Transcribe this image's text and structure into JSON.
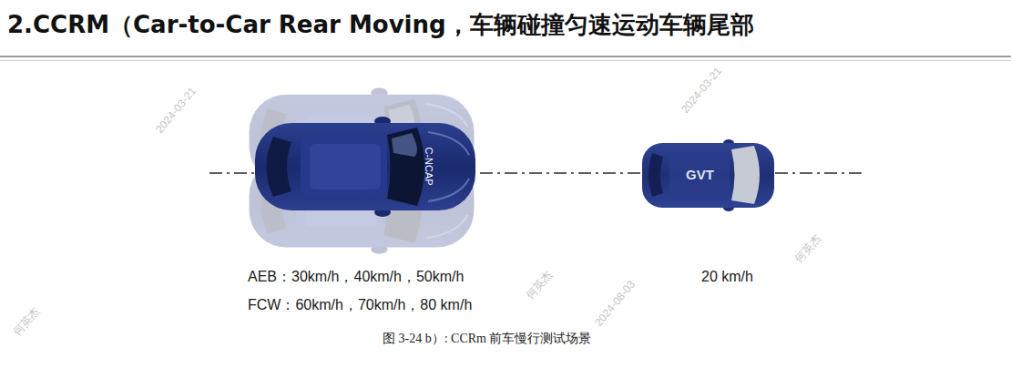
{
  "diagram": {
    "title": "2.CCRM（Car-to-Car Rear Moving，车辆碰撞匀速运动车辆尾部",
    "caption": "图 3-24 b）: CCRm 前车慢行测试场景",
    "labels": [
      "C-NCAP",
      "GVT",
      "AEB：30km/h，40km/h，50km/h",
      "FCW：60km/h，70km/h，80 km/h",
      "20 km/h",
      "2024-03-21",
      "2024-03-21",
      "2024-08-03",
      "何英杰",
      "何英杰",
      "何英杰"
    ]
  }
}
